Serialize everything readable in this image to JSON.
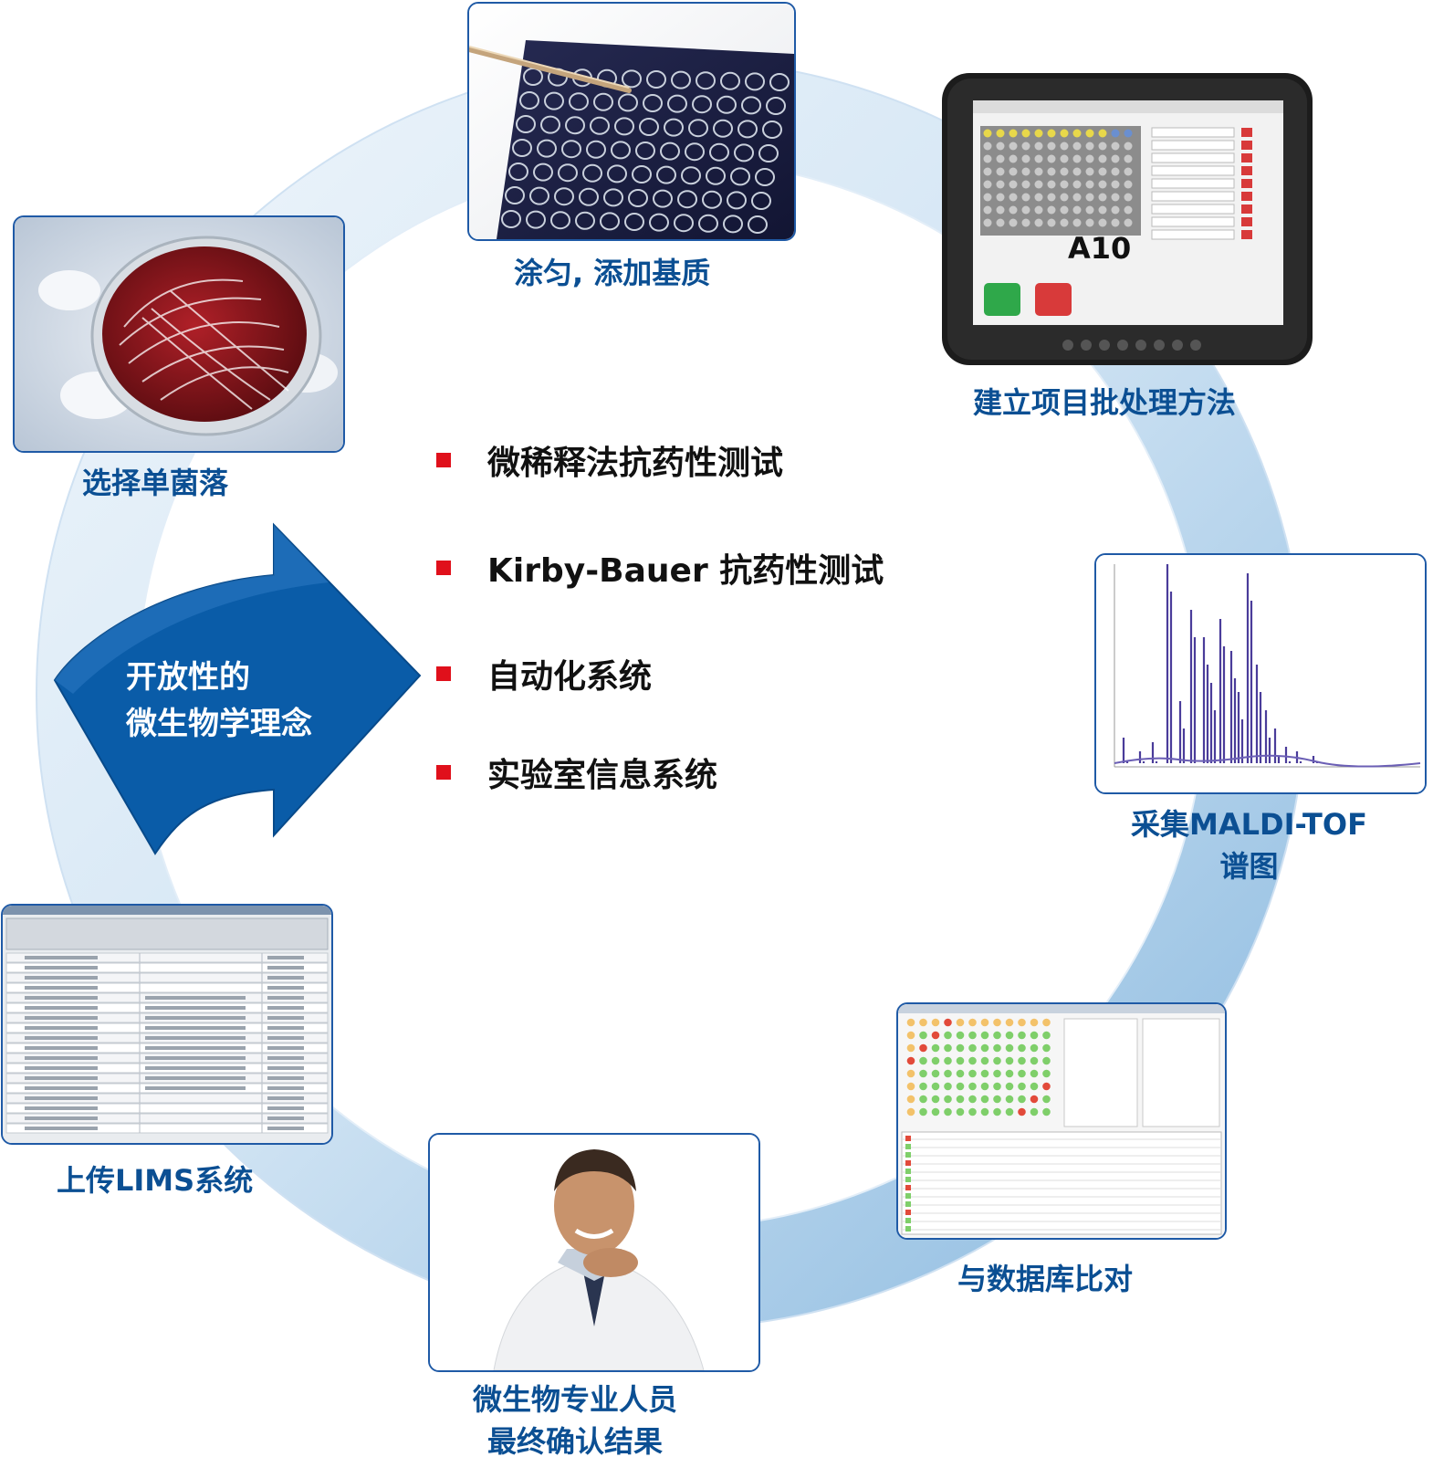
{
  "center_list": {
    "items": [
      "微稀释法抗药性测试",
      "Kirby-Bauer 抗药性测试",
      "自动化系统",
      "实验室信息系统"
    ]
  },
  "arrow": {
    "line1": "开放性的",
    "line2": "微生物学理念"
  },
  "steps": {
    "select_colony": "选择单菌落",
    "spread_matrix": "涂匀, 添加基质",
    "batch_method": "建立项目批处理方法",
    "acquire_line1": "采集MALDI-TOF",
    "acquire_line2": "谱图",
    "compare_db": "与数据库比对",
    "confirm_line1": "微生物专业人员",
    "confirm_line2": "最终确认结果",
    "upload_lims": "上传LIMS系统"
  },
  "tablet": {
    "well_label": "A10"
  },
  "colors": {
    "caption_blue": "#0b4f93",
    "arrow_blue": "#0a5ca8",
    "ring_light": "#dbe9f6",
    "ring_dark": "#7fb0da",
    "bullet_red": "#e0101b",
    "button_green": "#2fa84a",
    "button_red": "#d83a3a"
  }
}
